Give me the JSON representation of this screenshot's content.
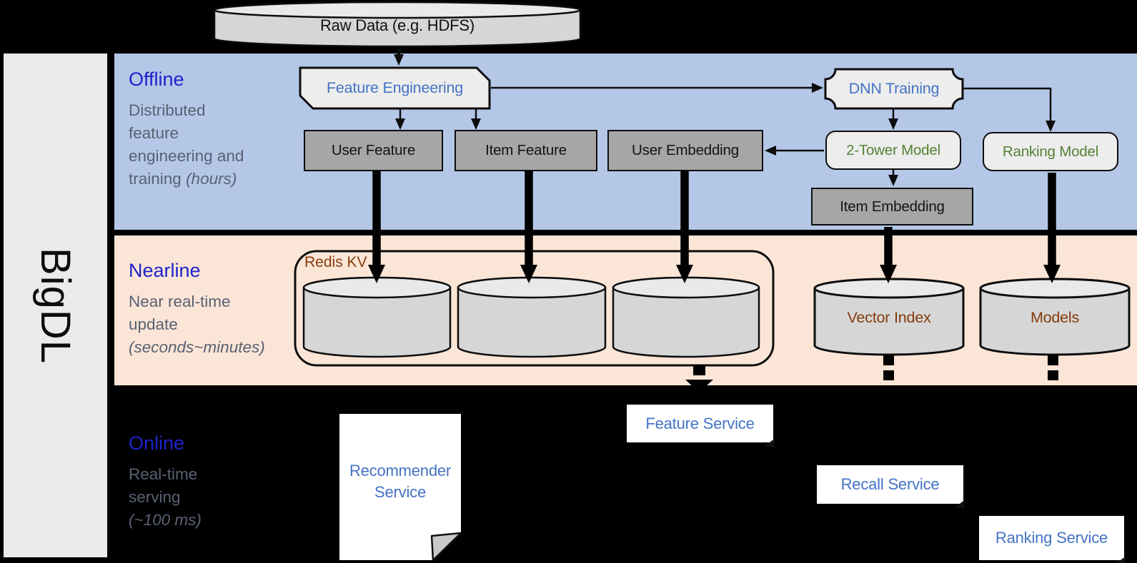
{
  "brand": "BigDL",
  "raw_data": {
    "label": "Raw Data (e.g. HDFS)"
  },
  "sections": {
    "offline": {
      "title": "Offline",
      "desc_lines": [
        "Distributed",
        "feature",
        "engineering and",
        "training"
      ],
      "desc_italic": "(hours)"
    },
    "nearline": {
      "title": "Nearline",
      "desc_lines": [
        "Near real-time",
        "update"
      ],
      "desc_italic": "(seconds~minutes)"
    },
    "online": {
      "title": "Online",
      "desc_lines": [
        "Real-time",
        "serving"
      ],
      "desc_italic": "(~100 ms)"
    }
  },
  "offline_nodes": {
    "feature_engineering": "Feature Engineering",
    "dnn_training": "DNN Training",
    "user_feature": "User Feature",
    "item_feature": "Item Feature",
    "user_embedding": "User Embedding",
    "two_tower_model": "2-Tower Model",
    "ranking_model": "Ranking Model",
    "item_embedding": "Item Embedding"
  },
  "nearline_nodes": {
    "redis_kv": "Redis KV",
    "vector_index": "Vector Index",
    "models": "Models"
  },
  "online_nodes": {
    "recommender_service_line1": "Recommender",
    "recommender_service_line2": "Service",
    "feature_service": "Feature Service",
    "recall_service": "Recall Service",
    "ranking_service": "Ranking Service"
  },
  "colors": {
    "background": "#000000",
    "offline_band": "#b4c7e7",
    "nearline_band": "#fbe5d6",
    "panel_gray": "#ebebeb",
    "node_dark": "#a6a6a6",
    "node_light": "#ededed",
    "cylinder_fill": "#d6d6d6",
    "cylinder_top": "#e9e9e9",
    "accent_blue": "#4472c4",
    "accent_green": "#548235",
    "accent_brown": "#843c0c",
    "title_blue": "#1e22cc",
    "desc_gray": "#596173"
  }
}
